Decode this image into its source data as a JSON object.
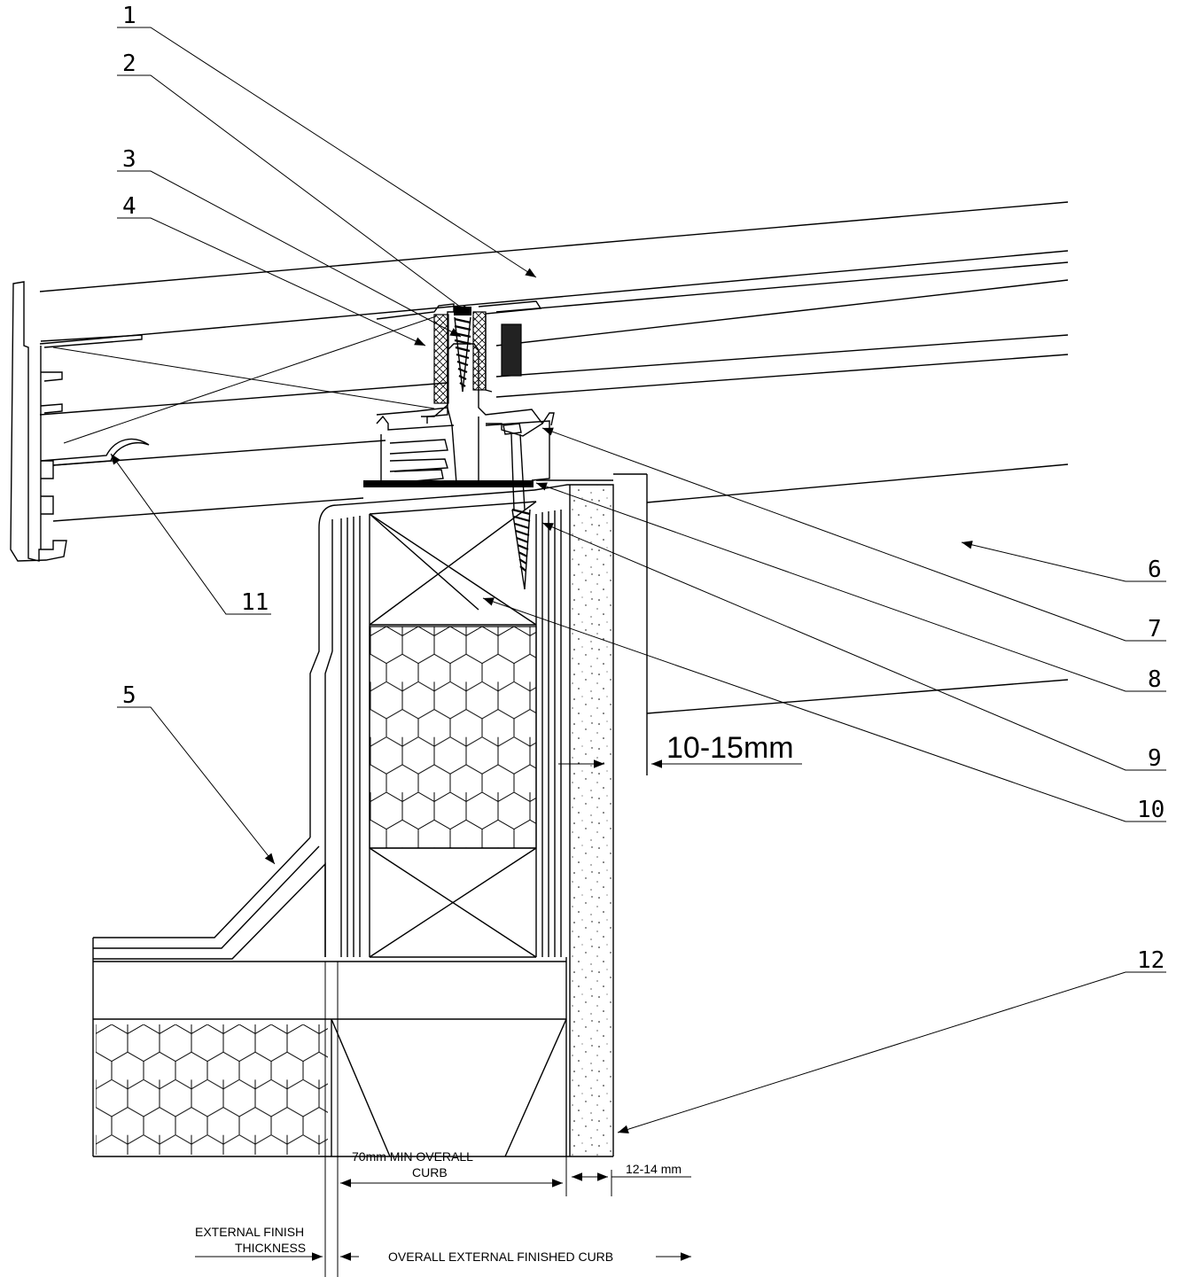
{
  "callouts": [
    {
      "id": "1",
      "label": "1"
    },
    {
      "id": "2",
      "label": "2"
    },
    {
      "id": "3",
      "label": "3"
    },
    {
      "id": "4",
      "label": "4"
    },
    {
      "id": "5",
      "label": "5"
    },
    {
      "id": "6",
      "label": "6"
    },
    {
      "id": "7",
      "label": "7"
    },
    {
      "id": "8",
      "label": "8"
    },
    {
      "id": "9",
      "label": "9"
    },
    {
      "id": "10",
      "label": "10"
    },
    {
      "id": "11",
      "label": "11"
    },
    {
      "id": "12",
      "label": "12"
    }
  ],
  "dimensions": {
    "gap": "10-15mm",
    "curb_line1": "70mm MIN OVERALL",
    "curb_line2": "CURB",
    "board": "12-14 mm",
    "finish_line1": "EXTERNAL FINISH",
    "finish_line2": "THICKNESS",
    "overall": "OVERALL EXTERNAL FINISHED CURB"
  }
}
